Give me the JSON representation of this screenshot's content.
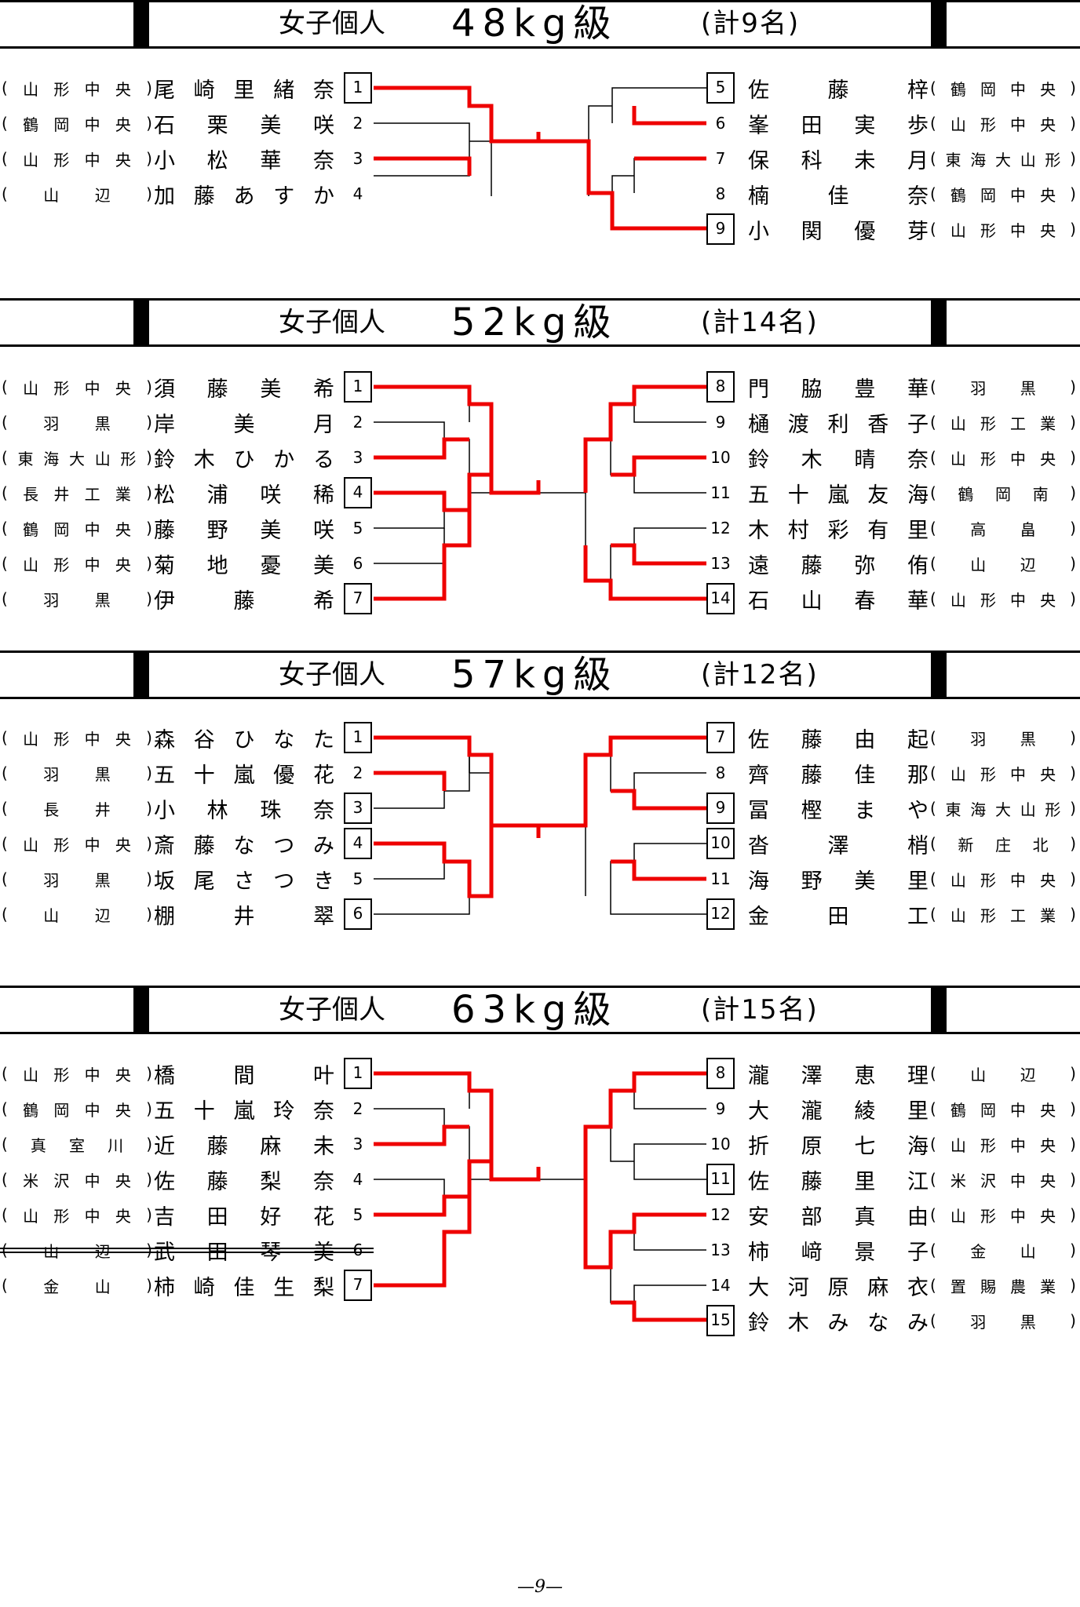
{
  "sections": [
    {
      "category": "女子個人",
      "weight": "48kg級",
      "total": "(計9名)",
      "left": [
        {
          "school": "(山形中央)",
          "name": "尾崎里緒奈",
          "num": "1",
          "boxed": true,
          "winner": true
        },
        {
          "school": "(鶴岡中央)",
          "name": "石栗美咲",
          "num": "2",
          "boxed": false,
          "winner": false
        },
        {
          "school": "(山形中央)",
          "name": "小松華奈",
          "num": "3",
          "boxed": false,
          "winner": true
        },
        {
          "school": "(山辺)",
          "name": "加藤あすか",
          "num": "4",
          "boxed": false,
          "winner": false
        }
      ],
      "right": [
        {
          "num": "5",
          "boxed": true,
          "name": "佐藤梓",
          "school": "(鶴岡中央)",
          "winner": false
        },
        {
          "num": "6",
          "boxed": false,
          "name": "峯田実歩",
          "school": "(山形中央)",
          "winner": true
        },
        {
          "num": "7",
          "boxed": false,
          "name": "保科未月",
          "school": "(東海大山形)",
          "winner": true
        },
        {
          "num": "8",
          "boxed": false,
          "name": "楠佳奈",
          "school": "(鶴岡中央)",
          "winner": false
        },
        {
          "num": "9",
          "boxed": true,
          "name": "小関優芽",
          "school": "(山形中央)",
          "winner": true
        }
      ]
    },
    {
      "category": "女子個人",
      "weight": "52kg級",
      "total": "(計14名)",
      "left": [
        {
          "school": "(山形中央)",
          "name": "須藤美希",
          "num": "1",
          "boxed": true,
          "winner": true
        },
        {
          "school": "(羽黒)",
          "name": "岸美月",
          "num": "2",
          "boxed": false,
          "winner": false
        },
        {
          "school": "(東海大山形)",
          "name": "鈴木ひかる",
          "num": "3",
          "boxed": false,
          "winner": true
        },
        {
          "school": "(長井工業)",
          "name": "松浦咲稀",
          "num": "4",
          "boxed": true,
          "winner": true
        },
        {
          "school": "(鶴岡中央)",
          "name": "藤野美咲",
          "num": "5",
          "boxed": false,
          "winner": false
        },
        {
          "school": "(山形中央)",
          "name": "菊地憂美",
          "num": "6",
          "boxed": false,
          "winner": false
        },
        {
          "school": "(羽黒)",
          "name": "伊藤希",
          "num": "7",
          "boxed": true,
          "winner": true
        }
      ],
      "right": [
        {
          "num": "8",
          "boxed": true,
          "name": "門脇豊華",
          "school": "(羽黒)",
          "winner": true
        },
        {
          "num": "9",
          "boxed": false,
          "name": "樋渡利香子",
          "school": "(山形工業)",
          "winner": false
        },
        {
          "num": "10",
          "boxed": false,
          "name": "鈴木晴奈",
          "school": "(山形中央)",
          "winner": true
        },
        {
          "num": "11",
          "boxed": false,
          "name": "五十嵐友海",
          "school": "(鶴岡南)",
          "winner": false
        },
        {
          "num": "12",
          "boxed": false,
          "name": "木村彩有里",
          "school": "(高畠)",
          "winner": false
        },
        {
          "num": "13",
          "boxed": false,
          "name": "遠藤弥侑",
          "school": "(山辺)",
          "winner": true
        },
        {
          "num": "14",
          "boxed": true,
          "name": "石山春華",
          "school": "(山形中央)",
          "winner": true
        }
      ]
    },
    {
      "category": "女子個人",
      "weight": "57kg級",
      "total": "(計12名)",
      "left": [
        {
          "school": "(山形中央)",
          "name": "森谷ひなた",
          "num": "1",
          "boxed": true,
          "winner": true
        },
        {
          "school": "(羽黒)",
          "name": "五十嵐優花",
          "num": "2",
          "boxed": false,
          "winner": true
        },
        {
          "school": "(長井)",
          "name": "小林珠奈",
          "num": "3",
          "boxed": true,
          "winner": false
        },
        {
          "school": "(山形中央)",
          "name": "斎藤なつみ",
          "num": "4",
          "boxed": true,
          "winner": true
        },
        {
          "school": "(羽黒)",
          "name": "坂尾さつき",
          "num": "5",
          "boxed": false,
          "winner": false
        },
        {
          "school": "(山辺)",
          "name": "棚井翠",
          "num": "6",
          "boxed": true,
          "winner": false
        }
      ],
      "right": [
        {
          "num": "7",
          "boxed": true,
          "name": "佐藤由起",
          "school": "(羽黒)",
          "winner": true
        },
        {
          "num": "8",
          "boxed": false,
          "name": "齊藤佳那",
          "school": "(山形中央)",
          "winner": false
        },
        {
          "num": "9",
          "boxed": true,
          "name": "冨樫まや",
          "school": "(東海大山形)",
          "winner": true
        },
        {
          "num": "10",
          "boxed": true,
          "name": "沓澤梢",
          "school": "(新庄北)",
          "winner": false
        },
        {
          "num": "11",
          "boxed": false,
          "name": "海野美里",
          "school": "(山形中央)",
          "winner": true
        },
        {
          "num": "12",
          "boxed": true,
          "name": "金田工",
          "school": "(山形工業)",
          "winner": false
        }
      ]
    },
    {
      "category": "女子個人",
      "weight": "63kg級",
      "total": "(計15名)",
      "left": [
        {
          "school": "(山形中央)",
          "name": "橋間叶",
          "num": "1",
          "boxed": true,
          "winner": true
        },
        {
          "school": "(鶴岡中央)",
          "name": "五十嵐玲奈",
          "num": "2",
          "boxed": false,
          "winner": false
        },
        {
          "school": "(真室川)",
          "name": "近藤麻未",
          "num": "3",
          "boxed": false,
          "winner": true
        },
        {
          "school": "(米沢中央)",
          "name": "佐藤梨奈",
          "num": "4",
          "boxed": false,
          "winner": false
        },
        {
          "school": "(山形中央)",
          "name": "吉田好花",
          "num": "5",
          "boxed": false,
          "winner": true
        },
        {
          "school": "(山辺)",
          "name": "武田琴美",
          "num": "6",
          "boxed": false,
          "winner": false,
          "struck": true
        },
        {
          "school": "(金山)",
          "name": "柿崎佳生梨",
          "num": "7",
          "boxed": true,
          "winner": true
        }
      ],
      "right": [
        {
          "num": "8",
          "boxed": true,
          "name": "瀧澤恵理",
          "school": "(山辺)",
          "winner": true
        },
        {
          "num": "9",
          "boxed": false,
          "name": "大瀧綾里",
          "school": "(鶴岡中央)",
          "winner": false
        },
        {
          "num": "10",
          "boxed": false,
          "name": "折原七海",
          "school": "(山形中央)",
          "winner": false
        },
        {
          "num": "11",
          "boxed": true,
          "name": "佐藤里江",
          "school": "(米沢中央)",
          "winner": false
        },
        {
          "num": "12",
          "boxed": false,
          "name": "安部真由",
          "school": "(山形中央)",
          "winner": true
        },
        {
          "num": "13",
          "boxed": false,
          "name": "柿﨑景子",
          "school": "(金山)",
          "winner": false
        },
        {
          "num": "14",
          "boxed": false,
          "name": "大河原麻衣",
          "school": "(置賜農業)",
          "winner": false
        },
        {
          "num": "15",
          "boxed": true,
          "name": "鈴木みなみ",
          "school": "(羽黒)",
          "winner": true
        }
      ]
    }
  ],
  "footer": "—9—",
  "colors": {
    "line": "#000000",
    "winner": "#ee0000"
  }
}
